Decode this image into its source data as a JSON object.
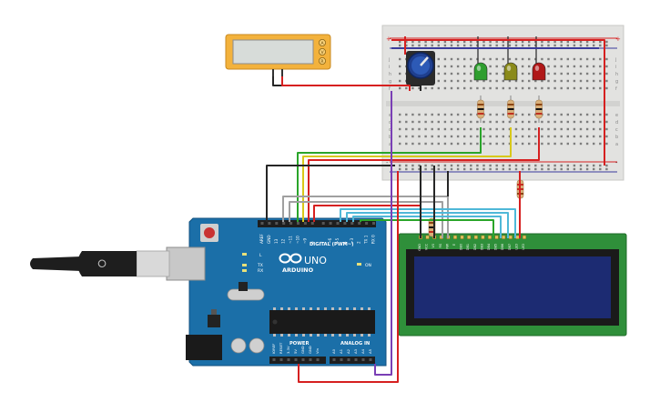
{
  "multimeter": {
    "buttons": [
      "A",
      "V",
      "R"
    ]
  },
  "arduino": {
    "brand": "ARDUINO",
    "model": "UNO",
    "digital_header": "DIGITAL (PWM~)",
    "power_label": "POWER",
    "analog_label": "ANALOG IN",
    "on_label": "ON",
    "tx_label": "TX",
    "rx_label": "RX",
    "l_label": "L",
    "digital_pins": [
      "AREF",
      "GND",
      "13",
      "12",
      "~11",
      "~10",
      "~9",
      "8",
      "7",
      "~6",
      "~5",
      "4",
      "~3",
      "2",
      "TX 1",
      "RX 0"
    ],
    "power_pins": [
      "IOREF",
      "RESET",
      "3.3V",
      "5V",
      "GND",
      "GND",
      "Vin"
    ],
    "analog_pins": [
      "A0",
      "A1",
      "A2",
      "A3",
      "A4",
      "A5"
    ]
  },
  "lcd": {
    "pins": [
      "GND",
      "VCC",
      "V0",
      "RS",
      "RW",
      "E",
      "DB0",
      "DB1",
      "DB2",
      "DB3",
      "DB4",
      "DB5",
      "DB6",
      "DB7",
      "LED",
      "LED"
    ]
  },
  "breadboard": {
    "row_letters_top": [
      "j",
      "i",
      "h",
      "g",
      "f"
    ],
    "row_letters_bottom": [
      "e",
      "d",
      "c",
      "b",
      "a"
    ]
  },
  "leds": [
    {
      "color_name": "green",
      "color": "#2e9e2e"
    },
    {
      "color_name": "yellow",
      "color": "#8a8a1a"
    },
    {
      "color_name": "red",
      "color": "#b01818"
    }
  ],
  "colors": {
    "board": "#1b6fa8",
    "lcd_pcb": "#2f8f3a",
    "lcd_screen": "#1c2b72",
    "breadboard": "#e2e2e0",
    "wire_red": "#d62020",
    "wire_black": "#262626",
    "wire_green": "#2aa52a",
    "wire_yellow": "#d8c81a",
    "wire_purple": "#7a3fb5",
    "wire_gray": "#a0a0a0",
    "wire_cyan": "#4fb8d8"
  }
}
